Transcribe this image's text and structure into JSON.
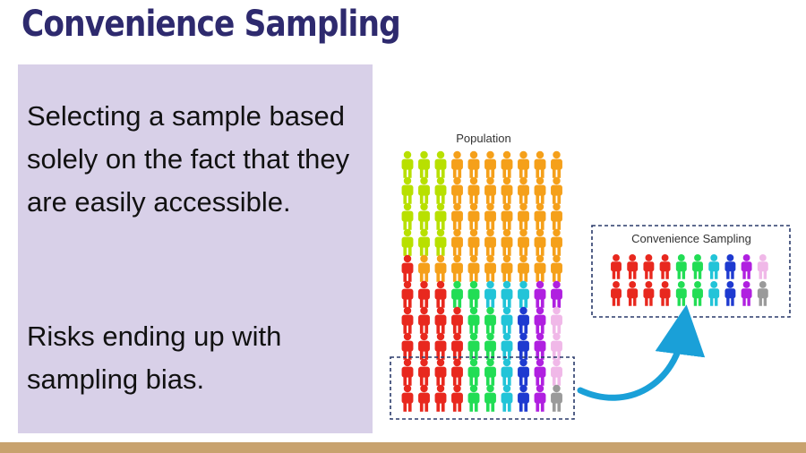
{
  "slide": {
    "title": "Convenience Sampling",
    "paragraph_1": "Selecting a sample based solely on the fact that they are easily accessible.",
    "paragraph_2": "Risks ending up with sampling bias."
  },
  "diagram": {
    "population_label": "Population",
    "sample_label": "Convenience Sampling",
    "population_grid": [
      [
        "lime",
        "lime",
        "lime",
        "orange",
        "orange",
        "orange",
        "orange",
        "orange",
        "orange",
        "orange"
      ],
      [
        "lime",
        "lime",
        "lime",
        "orange",
        "orange",
        "orange",
        "orange",
        "orange",
        "orange",
        "orange"
      ],
      [
        "lime",
        "lime",
        "lime",
        "orange",
        "orange",
        "orange",
        "orange",
        "orange",
        "orange",
        "orange"
      ],
      [
        "lime",
        "lime",
        "lime",
        "orange",
        "orange",
        "orange",
        "orange",
        "orange",
        "orange",
        "orange"
      ],
      [
        "red",
        "orange",
        "orange",
        "orange",
        "orange",
        "orange",
        "orange",
        "orange",
        "orange",
        "orange"
      ],
      [
        "red",
        "red",
        "red",
        "green",
        "green",
        "cyan",
        "cyan",
        "cyan",
        "purple",
        "purple"
      ],
      [
        "red",
        "red",
        "red",
        "red",
        "green",
        "green",
        "cyan",
        "blue",
        "purple",
        "pink"
      ],
      [
        "red",
        "red",
        "red",
        "red",
        "green",
        "green",
        "cyan",
        "blue",
        "purple",
        "pink"
      ],
      [
        "red",
        "red",
        "red",
        "red",
        "green",
        "green",
        "cyan",
        "blue",
        "purple",
        "pink"
      ],
      [
        "red",
        "red",
        "red",
        "red",
        "green",
        "green",
        "cyan",
        "blue",
        "purple",
        "gray"
      ]
    ],
    "sample_grid": [
      [
        "red",
        "red",
        "red",
        "red",
        "green",
        "green",
        "cyan",
        "blue",
        "purple",
        "pink"
      ],
      [
        "red",
        "red",
        "red",
        "red",
        "green",
        "green",
        "cyan",
        "blue",
        "purple",
        "gray"
      ]
    ],
    "colors": {
      "lime": "#b8e000",
      "orange": "#f5a01a",
      "red": "#e8281e",
      "green": "#22dd55",
      "cyan": "#22c4d8",
      "blue": "#1e3ad0",
      "purple": "#b020e0",
      "pink": "#f0b8e8",
      "gray": "#9a9a9a",
      "arrow": "#1aa0d8",
      "dash_border": "#2a3a6a",
      "title": "#2e2a6e",
      "panel": "#d8d0e8",
      "bottom_bar": "#c8a26e"
    }
  }
}
